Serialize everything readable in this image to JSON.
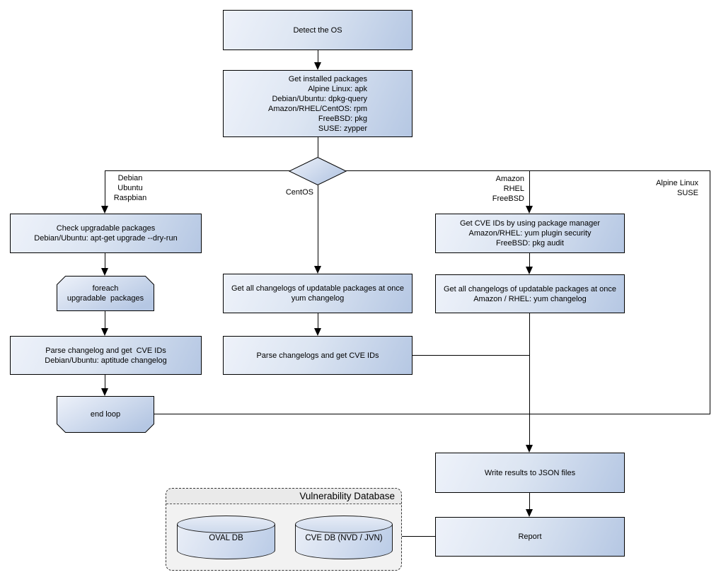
{
  "nodes": {
    "detect_os": "Detect the OS",
    "get_installed_packages": "Get installed packages\nAlpine Linux: apk\nDebian/Ubuntu: dpkg-query\nAmazon/RHEL/CentOS: rpm\nFreeBSD: pkg\nSUSE: zypper",
    "check_upgradable": "Check upgradable packages\nDebian/Ubuntu: apt-get upgrade --dry-run",
    "foreach_loop": "foreach\nupgradable  packages",
    "parse_changelog_left": "Parse changelog and get  CVE IDs\nDebian/Ubuntu: aptitude changelog",
    "end_loop": "end loop",
    "get_changelogs_centos": "Get all changelogs of updatable packages at once\nyum changelog",
    "parse_changelogs_mid": "Parse changelogs and get CVE IDs",
    "get_cve_ids_pkg_mgr": "Get CVE IDs by using package manager\nAmazon/RHEL: yum plugin security\nFreeBSD: pkg audit",
    "get_changelogs_amazon": "Get all changelogs of updatable packages at once\nAmazon / RHEL: yum changelog",
    "write_results": "Write results to JSON files",
    "report": "Report"
  },
  "edge_labels": {
    "left_branch": "Debian\nUbuntu\nRaspbian",
    "centos_branch": "CentOS",
    "right_branch": "Amazon\nRHEL\nFreeBSD",
    "far_right_branch": "Alpine Linux\nSUSE"
  },
  "database": {
    "title": "Vulnerability Database",
    "oval_db": "OVAL DB",
    "cve_db": "CVE DB (NVD / JVN)"
  },
  "colors": {
    "node_fill_light": "#eef2fa",
    "node_fill_dark": "#b5c7e3",
    "node_border": "#000000",
    "connector": "#000000",
    "db_group_fill": "#f2f2f2",
    "background": "#ffffff"
  }
}
